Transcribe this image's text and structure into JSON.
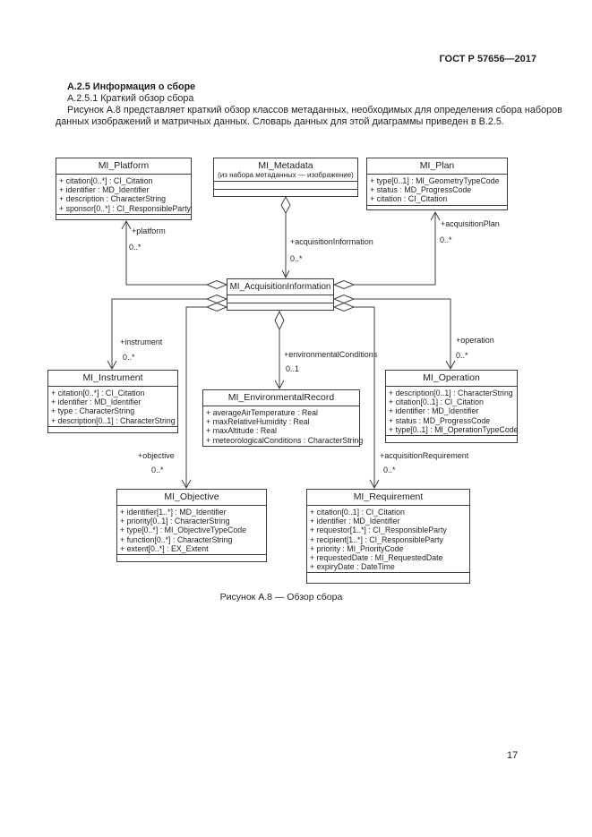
{
  "page": {
    "header": "ГОСТ Р 57656—2017",
    "section_title": "А.2.5 Информация о сборе",
    "subsection_title": "А.2.5.1 Краткий обзор сбора",
    "paragraph_line1": "Рисунок А.8 представляет краткий обзор классов метаданных, необходимых для определения сбора наборов",
    "paragraph_line2": "данных изображений и матричных данных. Словарь данных для этой диаграммы приведен в В.2.5.",
    "figure_caption": "Рисунок А.8 — Обзор сбора",
    "page_number": "17"
  },
  "diagram": {
    "classes": {
      "platform": {
        "name": "MI_Platform",
        "attributes": [
          "+ citation[0..*] : CI_Citation",
          "+ identifier : MD_Identifier",
          "+ description : CharacterString",
          "+ sponsor[0..*] : CI_ResponsibleParty"
        ]
      },
      "metadata": {
        "name": "MI_Metadata",
        "note": "(из набора метаданных — изображение)"
      },
      "plan": {
        "name": "MI_Plan",
        "attributes": [
          "+ type[0..1] : MI_GeometryTypeCode",
          "+ status : MD_ProgressCode",
          "+ citation : CI_Citation"
        ]
      },
      "acquisition": {
        "name": "MI_AcquisitionInformation"
      },
      "instrument": {
        "name": "MI_Instrument",
        "attributes": [
          "+ citation[0..*] : CI_Citation",
          "+ identifier : MD_Identifier",
          "+ type : CharacterString",
          "+ description[0..1] : CharacterString"
        ]
      },
      "environmental": {
        "name": "MI_EnvironmentalRecord",
        "attributes": [
          "+ averageAirTemperature : Real",
          "+ maxRelativeHumidity : Real",
          "+ maxAltitude : Real",
          "+ meteorologicalConditions : CharacterString"
        ]
      },
      "operation": {
        "name": "MI_Operation",
        "attributes": [
          "+ description[0..1] : CharacterString",
          "+ citation[0..1] : CI_Citation",
          "+ identifier : MD_Identifier",
          "+ status : MD_ProgressCode",
          "+ type[0..1] : MI_OperationTypeCode"
        ]
      },
      "objective": {
        "name": "MI_Objective",
        "attributes": [
          "+ identifier[1..*] : MD_Identifier",
          "+ priority[0..1] : CharacterString",
          "+ type[0..*] : MI_ObjectiveTypeCode",
          "+ function[0..*] : CharacterString",
          "+ extent[0..*] : EX_Extent"
        ]
      },
      "requirement": {
        "name": "MI_Requirement",
        "attributes": [
          "+ citation[0..1] : CI_Citation",
          "+ identifier : MD_Identifier",
          "+ requestor[1..*] : CI_ResponsibleParty",
          "+ recipient[1..*] : CI_ResponsibleParty",
          "+ priority : MI_PriorityCode",
          "+ requestedDate : MI_RequestedDate",
          "+ expiryDate : DateTime"
        ]
      }
    },
    "edges": {
      "platform": {
        "role": "+platform",
        "multiplicity": "0..*"
      },
      "acquisitionInformation": {
        "role": "+acquisitionInformation",
        "multiplicity": "0..*"
      },
      "acquisitionPlan": {
        "role": "+acquisitionPlan",
        "multiplicity": "0..*"
      },
      "instrument": {
        "role": "+instrument",
        "multiplicity": "0..*"
      },
      "environmentalConditions": {
        "role": "+environmentalConditions",
        "multiplicity": "0..1"
      },
      "operation": {
        "role": "+operation",
        "multiplicity": "0..*"
      },
      "objective": {
        "role": "+objective",
        "multiplicity": "0..*"
      },
      "acquisitionRequirement": {
        "role": "+acquisitionRequirement",
        "multiplicity": "0..*"
      }
    },
    "line_color": "#3f3f3f"
  }
}
